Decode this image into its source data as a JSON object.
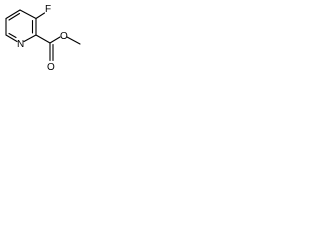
{
  "molecule": {
    "atoms": {
      "fluorine": "F",
      "ring_nitrogen": "N",
      "carbonyl_oxygen": "O",
      "ester_oxygen": "O"
    },
    "colors": {
      "bond": "#000000",
      "label": "#000000",
      "background": "#ffffff"
    }
  }
}
